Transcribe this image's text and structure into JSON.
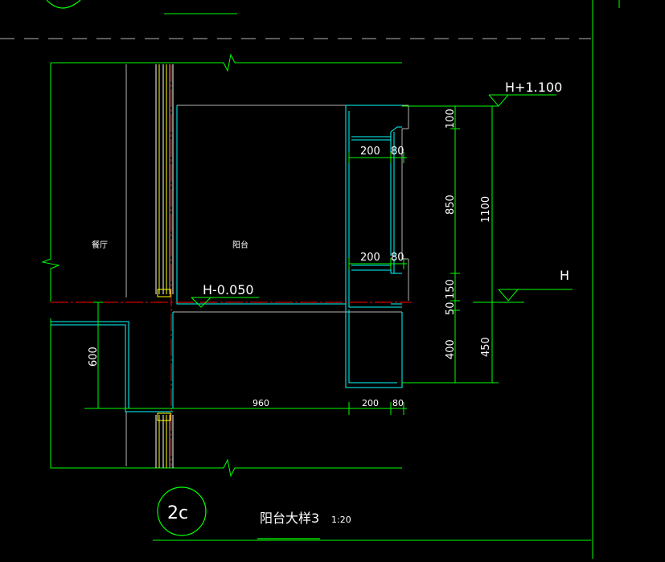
{
  "drawing": {
    "title": "阳台大样3",
    "scale": "1:20",
    "detail_id": "2c",
    "rooms": {
      "dining": "餐厅",
      "balcony": "阳台"
    },
    "levels": {
      "top": "H+1.100",
      "base": "H",
      "floor": "H-0.050"
    },
    "dimensions": {
      "horizontal": {
        "top_a": "200",
        "top_b": "80",
        "mid_a": "200",
        "mid_b": "80",
        "bottom_main": "960",
        "bottom_a": "200",
        "bottom_b": "80"
      },
      "vertical": {
        "d100": "100",
        "d850": "850",
        "d150": "150",
        "d50": "50",
        "d400": "400",
        "d1100": "1100",
        "d450": "450",
        "d600": "600"
      }
    },
    "colors": {
      "green": "#00ff00",
      "cyan": "#00ffff",
      "white": "#ffffff",
      "gray": "#b4b4b4",
      "red": "#ff0000",
      "yellow": "#ffff00"
    }
  }
}
